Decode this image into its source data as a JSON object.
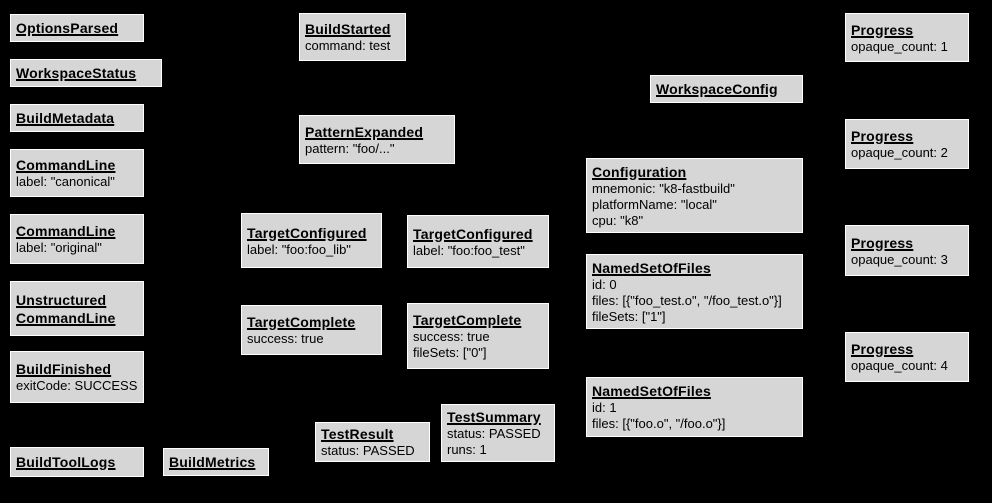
{
  "colors": {
    "background": "#000000",
    "node_fill": "#d6d6d6",
    "node_border": "#ffffff",
    "text": "#000000"
  },
  "nodes": {
    "options_parsed": {
      "title": "OptionsParsed"
    },
    "workspace_status": {
      "title": "WorkspaceStatus"
    },
    "build_metadata": {
      "title": "BuildMetadata"
    },
    "command_line_canonical": {
      "title": "CommandLine",
      "lines": [
        "label: \"canonical\""
      ]
    },
    "command_line_original": {
      "title": "CommandLine",
      "lines": [
        "label: \"original\""
      ]
    },
    "unstructured_command_line": {
      "title": "Unstructured CommandLine"
    },
    "build_finished": {
      "title": "BuildFinished",
      "lines": [
        "exitCode: SUCCESS"
      ]
    },
    "build_tool_logs": {
      "title": "BuildToolLogs"
    },
    "build_metrics": {
      "title": "BuildMetrics"
    },
    "build_started": {
      "title": "BuildStarted",
      "lines": [
        "command: test"
      ]
    },
    "pattern_expanded": {
      "title": "PatternExpanded",
      "lines": [
        "pattern: \"foo/...\""
      ]
    },
    "target_configured_lib": {
      "title": "TargetConfigured",
      "lines": [
        "label: \"foo:foo_lib\""
      ]
    },
    "target_configured_test": {
      "title": "TargetConfigured",
      "lines": [
        "label: \"foo:foo_test\""
      ]
    },
    "target_complete_lib": {
      "title": "TargetComplete",
      "lines": [
        "success: true"
      ]
    },
    "target_complete_test": {
      "title": "TargetComplete",
      "lines": [
        "success: true",
        "fileSets: [\"0\"]"
      ]
    },
    "test_result": {
      "title": "TestResult",
      "lines": [
        "status: PASSED"
      ]
    },
    "test_summary": {
      "title": "TestSummary",
      "lines": [
        "status: PASSED",
        "runs: 1"
      ]
    },
    "workspace_config": {
      "title": "WorkspaceConfig"
    },
    "configuration": {
      "title": "Configuration",
      "lines": [
        "mnemonic: \"k8-fastbuild\"",
        "platformName: \"local\"",
        "cpu: \"k8\""
      ]
    },
    "named_set_of_files_0": {
      "title": "NamedSetOfFiles",
      "lines": [
        "id: 0",
        "files: [{\"foo_test.o\", \"/foo_test.o\"}]",
        "fileSets: [\"1\"]"
      ]
    },
    "named_set_of_files_1": {
      "title": "NamedSetOfFiles",
      "lines": [
        "id: 1",
        "files: [{\"foo.o\", \"/foo.o\"}]"
      ]
    },
    "progress_1": {
      "title": "Progress",
      "lines": [
        "opaque_count: 1"
      ]
    },
    "progress_2": {
      "title": "Progress",
      "lines": [
        "opaque_count: 2"
      ]
    },
    "progress_3": {
      "title": "Progress",
      "lines": [
        "opaque_count: 3"
      ]
    },
    "progress_4": {
      "title": "Progress",
      "lines": [
        "opaque_count: 4"
      ]
    }
  }
}
